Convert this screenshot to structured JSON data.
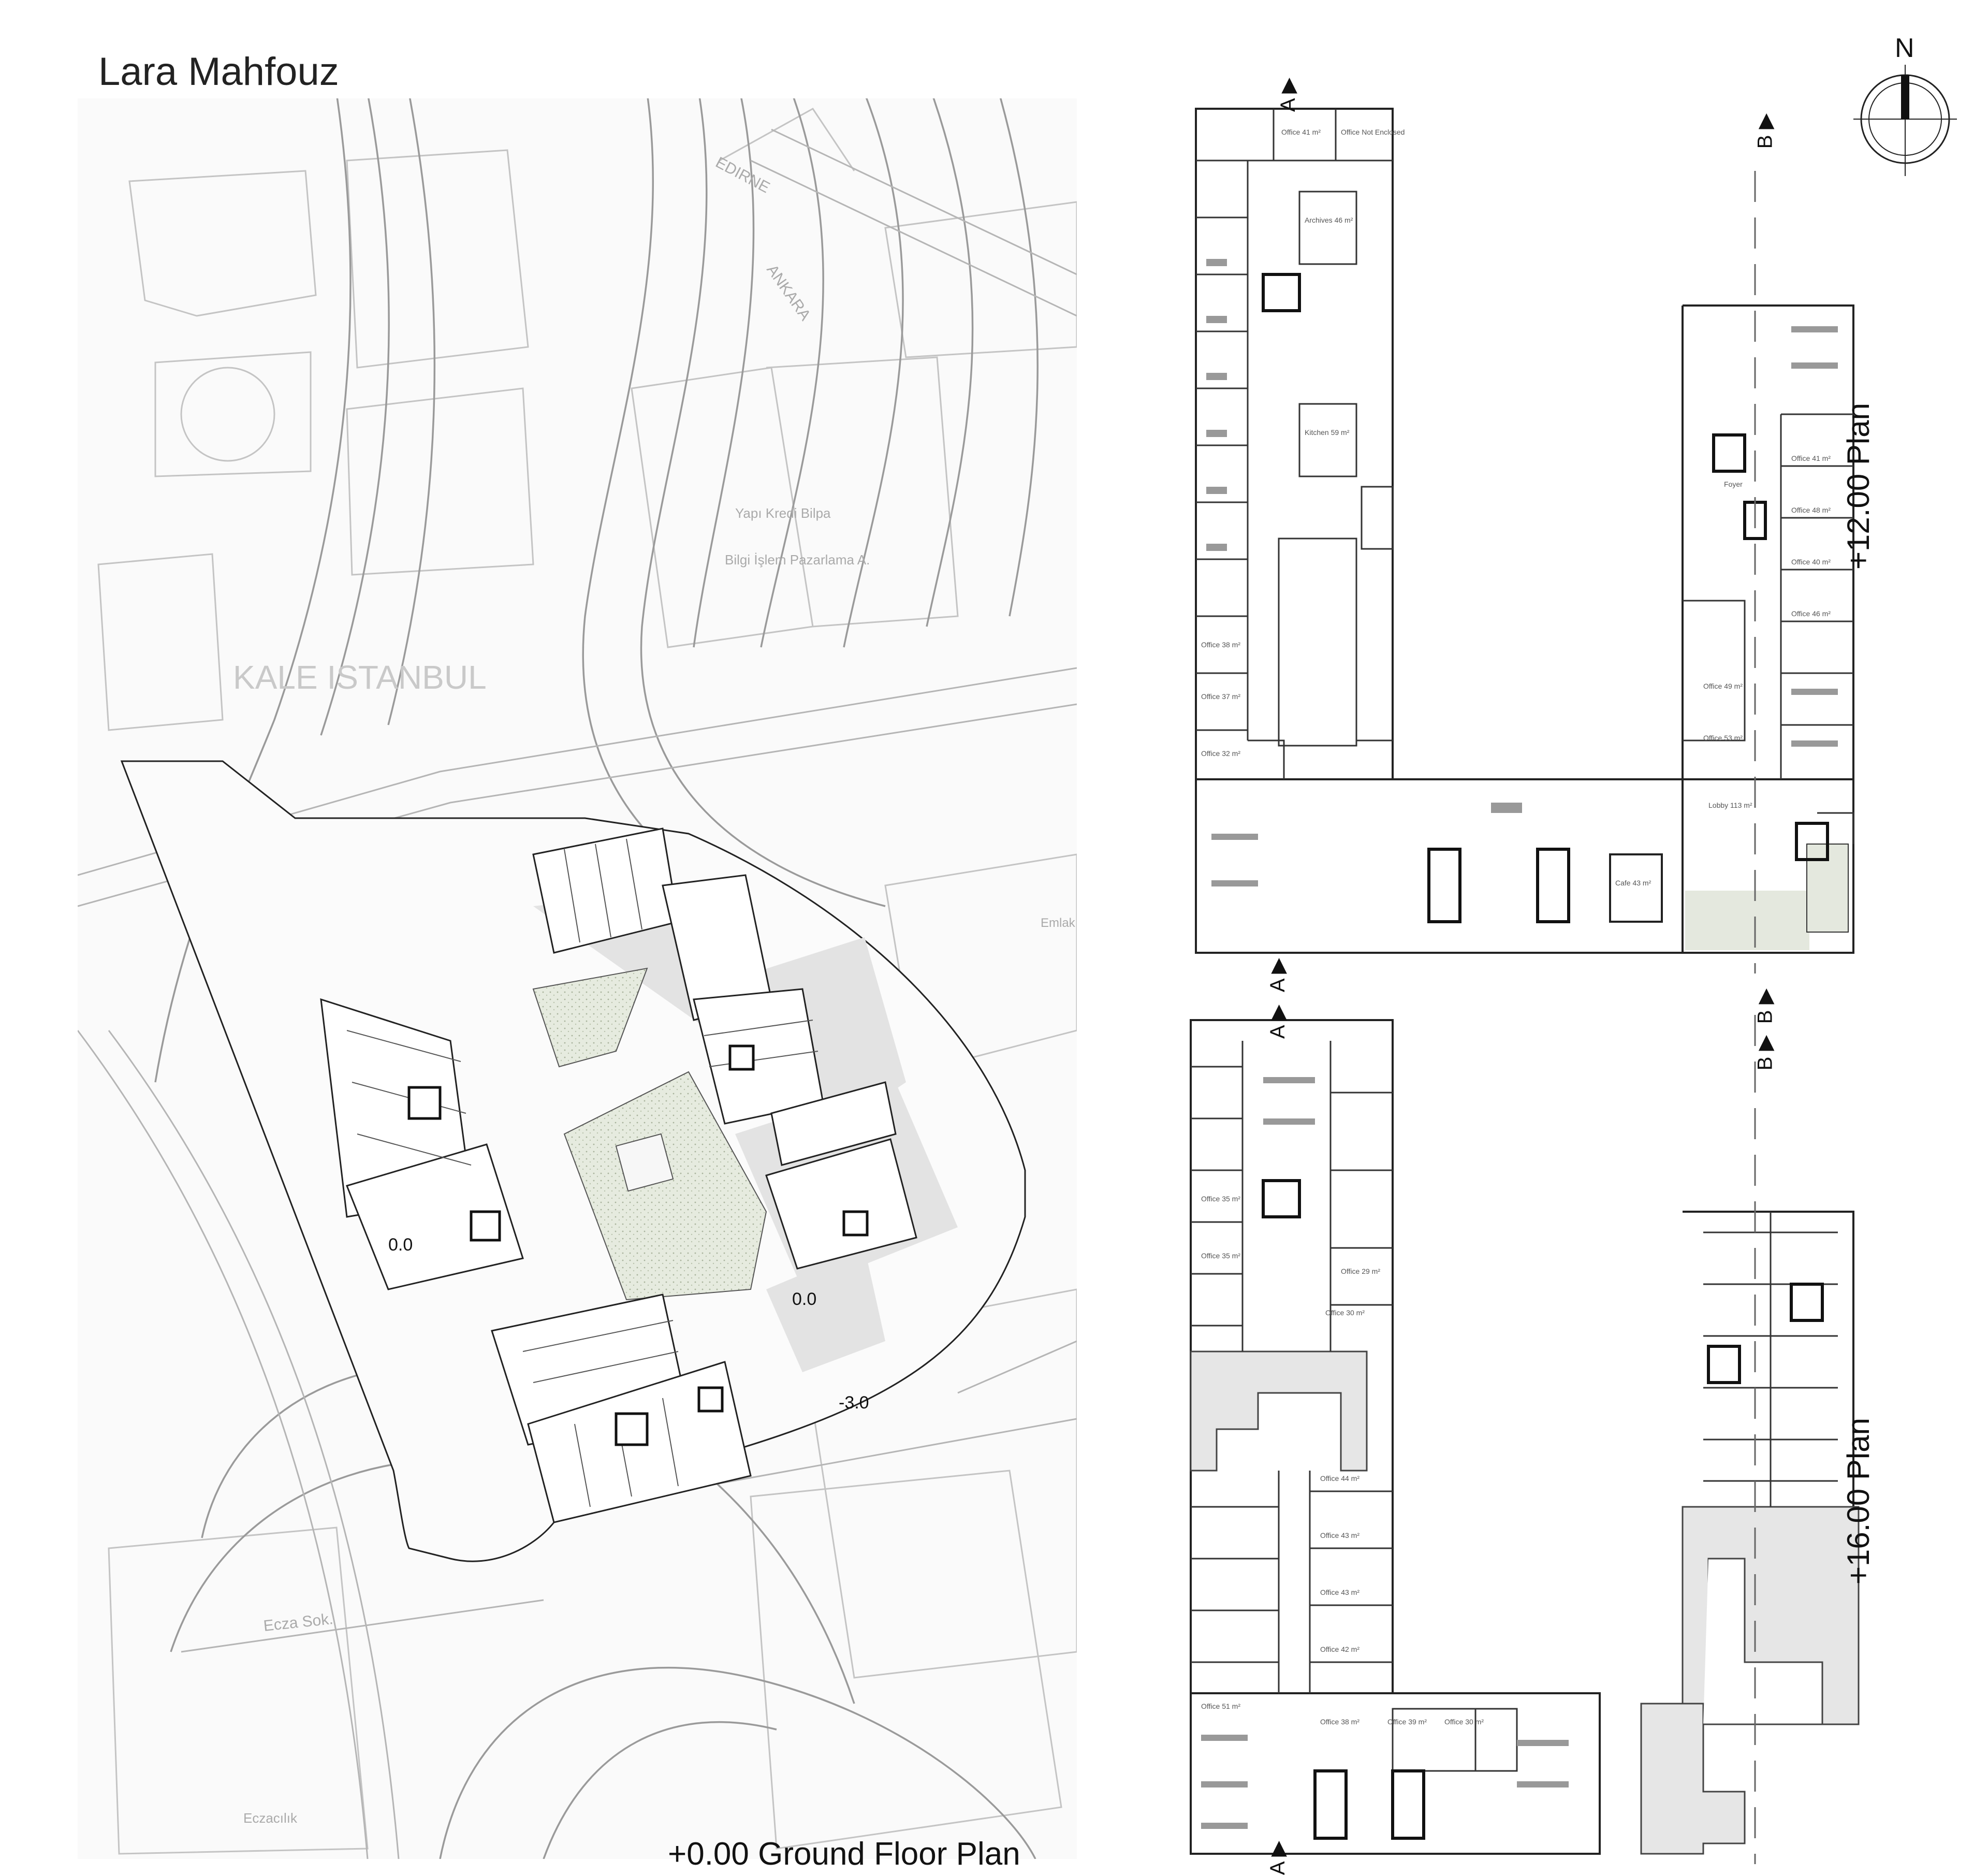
{
  "author": "Lara Mahfouz",
  "compass": {
    "north_label": "N"
  },
  "site_plan": {
    "caption": "+0.00 Ground Floor Plan",
    "map_labels": [
      "EDIRNE",
      "ANKARA",
      "KALE ISTANBUL",
      "Yapı Kredi Bilpa",
      "Bilgi İşlem Pazarlama A.",
      "Ecza Sok.",
      "Eczacılık",
      "Emlak"
    ],
    "levels": [
      "0.0",
      "0.0",
      "-3.0"
    ]
  },
  "plan_12": {
    "caption": "+12.00 Plan",
    "room_labels": [
      "Office 41 m²",
      "Office Not Enclosed",
      "Archives 46 m²",
      "Kitchen 59 m²",
      "Office 38 m²",
      "Office 37 m²",
      "Office 32 m²",
      "Office 41 m²",
      "Office 48 m²",
      "Office 40 m²",
      "Office 46 m²",
      "Office 49 m²",
      "Office 53 m²",
      "Foyer",
      "Lobby 113 m²",
      "Cafe 43 m²"
    ]
  },
  "plan_16": {
    "caption": "+16.00 Plan",
    "room_labels": [
      "Office 35 m²",
      "Office 35 m²",
      "Office 29 m²",
      "Office 30 m²",
      "Office 44 m²",
      "Office 43 m²",
      "Office 43 m²",
      "Office 42 m²",
      "Office 51 m²",
      "Office 38 m²",
      "Office 39 m²",
      "Office 30 m²"
    ]
  },
  "section_markers": {
    "a": "A",
    "b": "B"
  },
  "colors": {
    "line": "#222222",
    "map_line": "#9a9a9a",
    "green_hatch": "#e4e8de",
    "gray_fill": "#e6e6e6"
  }
}
